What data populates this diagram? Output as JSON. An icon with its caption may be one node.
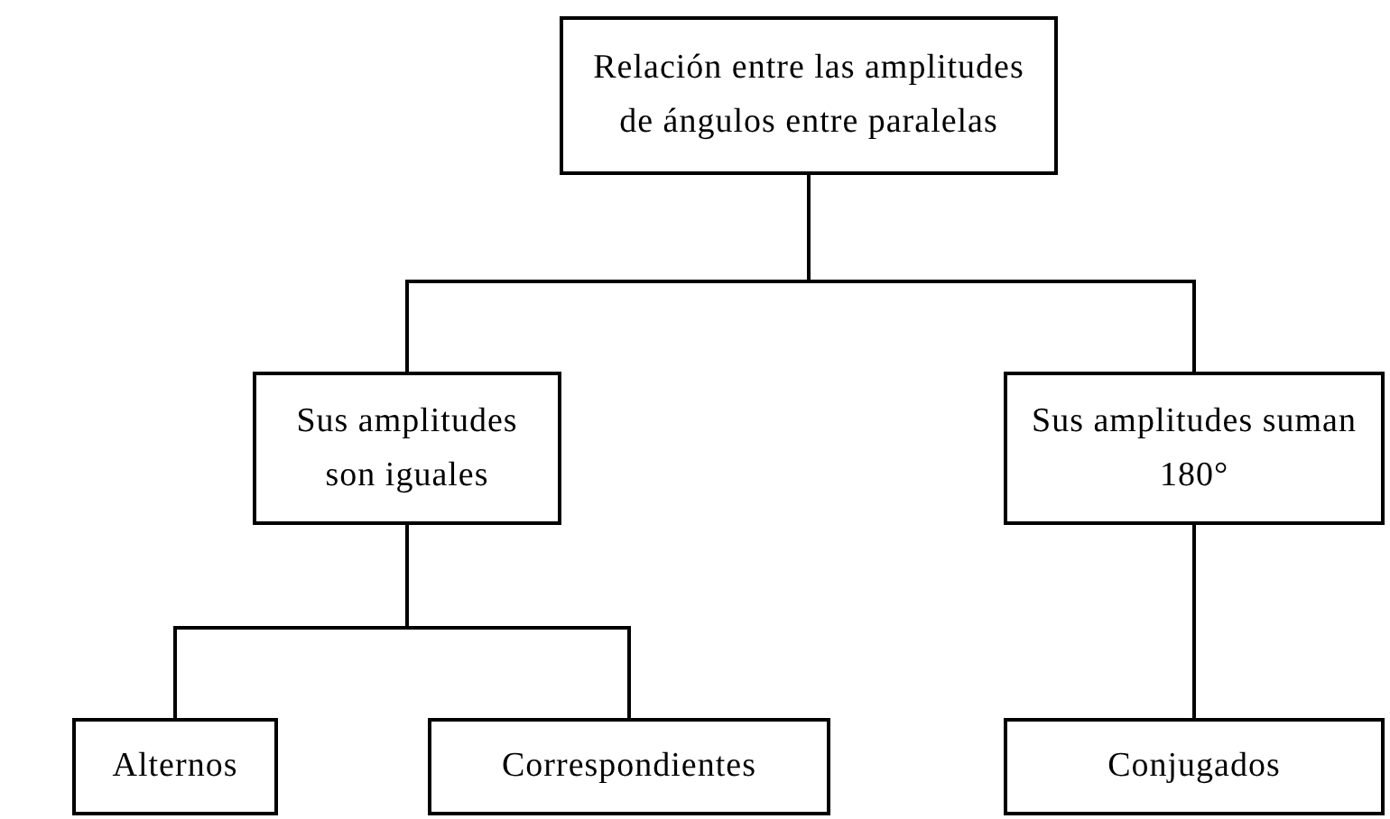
{
  "diagram": {
    "nodes": [
      {
        "text": [
          "Relación entre las amplitudes de ángulos entre paralelas"
        ]
      },
      {
        "text": [
          "Sus amplitudes son iguales"
        ]
      },
      {
        "text": [
          "Sus amplitudes suman 180°"
        ]
      },
      {
        "text": [
          "Alternos"
        ]
      },
      {
        "text": [
          "Correspondientes"
        ]
      },
      {
        "text": [
          "Conjugados"
        ]
      }
    ],
    "edges": [
      {
        "from": 0,
        "to": 1,
        "arrow": "none"
      },
      {
        "from": 0,
        "to": 2,
        "arrow": "none"
      },
      {
        "from": 1,
        "to": 3,
        "arrow": "none"
      },
      {
        "from": 1,
        "to": 4,
        "arrow": "none"
      },
      {
        "from": 2,
        "to": 5,
        "arrow": "none"
      }
    ]
  }
}
